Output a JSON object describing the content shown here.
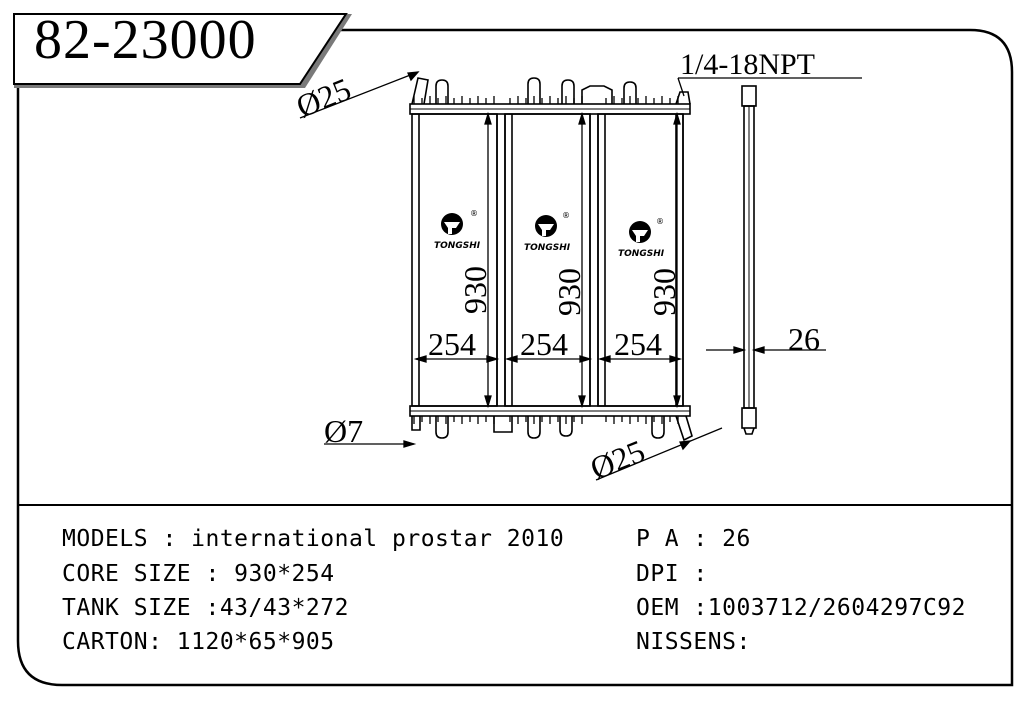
{
  "part_number": "82-23000",
  "drawing": {
    "inlet_diameter": "Ø25",
    "outlet_diameter": "Ø25",
    "drain_diameter": "Ø7",
    "thread_spec": "1/4-18NPT",
    "core_height": "930",
    "core_width_segment": "254",
    "core_thickness": "26",
    "brand": "TONGSHI",
    "registered_mark": "®"
  },
  "specs_left": [
    {
      "label": "MODELS",
      "sep": " : ",
      "value": "international prostar 2010"
    },
    {
      "label": "CORE SIZE",
      "sep": " : ",
      "value": "930*254"
    },
    {
      "label": "TANK SIZE",
      "sep": " :",
      "value": "43/43*272"
    },
    {
      "label": "CARTON",
      "sep": ": ",
      "value": "1120*65*905"
    }
  ],
  "specs_right": [
    {
      "label": "P A",
      "sep": " : ",
      "value": "26"
    },
    {
      "label": "DPI",
      "sep": " : ",
      "value": ""
    },
    {
      "label": "OEM",
      "sep": " :",
      "value": "1003712/2604297C92"
    },
    {
      "label": "NISSENS",
      "sep": ":",
      "value": ""
    }
  ]
}
